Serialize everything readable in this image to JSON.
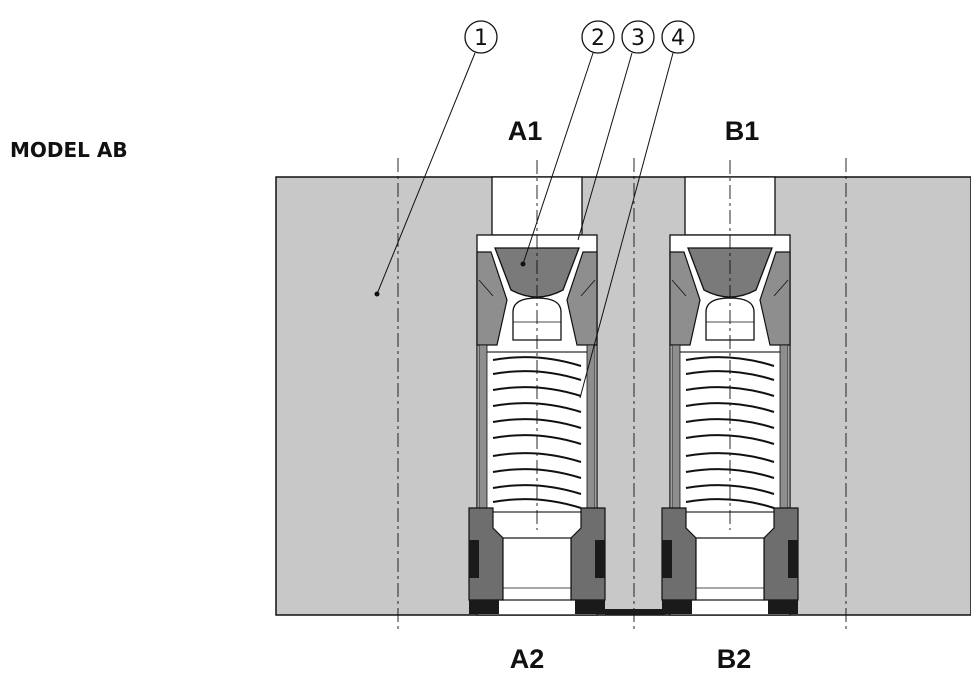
{
  "title": "MODEL AB",
  "ports": {
    "a1": "A1",
    "b1": "B1",
    "a2": "A2",
    "b2": "B2"
  },
  "callouts": [
    "1",
    "2",
    "3",
    "4"
  ],
  "colors": {
    "body": "#c8c8c8",
    "poppet": "#8e8e8e",
    "seat": "#6e6e6e",
    "seal": "#1a1a1a",
    "bore": "#ffffff",
    "line": "#111111"
  }
}
